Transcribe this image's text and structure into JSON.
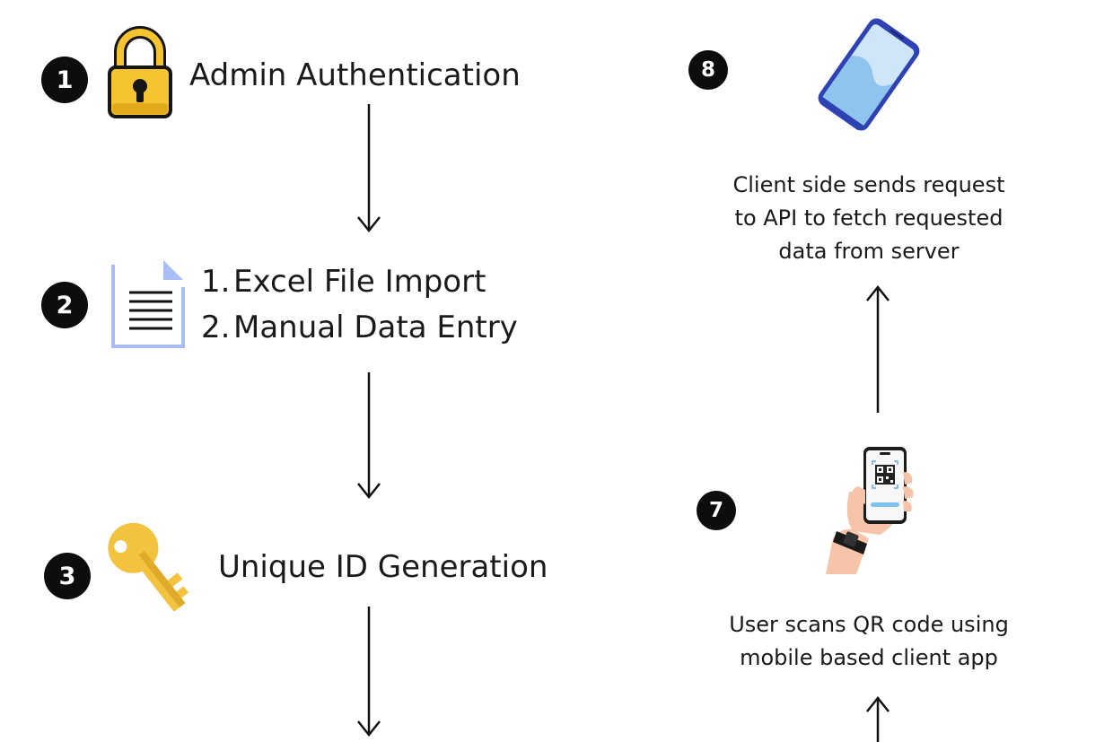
{
  "steps": {
    "s1": {
      "badge": "1",
      "title": "Admin Authentication",
      "icon": "lock-icon"
    },
    "s2": {
      "badge": "2",
      "icon": "document-icon",
      "items": [
        {
          "num": "1.",
          "text": "Excel File Import"
        },
        {
          "num": "2.",
          "text": "Manual Data Entry"
        }
      ]
    },
    "s3": {
      "badge": "3",
      "title": "Unique ID Generation",
      "icon": "key-icon"
    },
    "s7": {
      "badge": "7",
      "icon": "hand-phone-qr-icon",
      "caption": [
        "User scans QR code using",
        "mobile based client app"
      ]
    },
    "s8": {
      "badge": "8",
      "icon": "smartphone-icon",
      "caption": [
        "Client side sends request",
        "to API to fetch requested",
        "data from server"
      ]
    }
  },
  "colors": {
    "badge": "#0d0d0d",
    "lock_body": "#f5c430",
    "key": "#f3c33f",
    "document_accent": "#a9bdf2",
    "phone_frame": "#2f42b3",
    "phone_screen": "#8fc4ee",
    "hand_skin": "#f6c4a8",
    "arrow": "#111111"
  }
}
